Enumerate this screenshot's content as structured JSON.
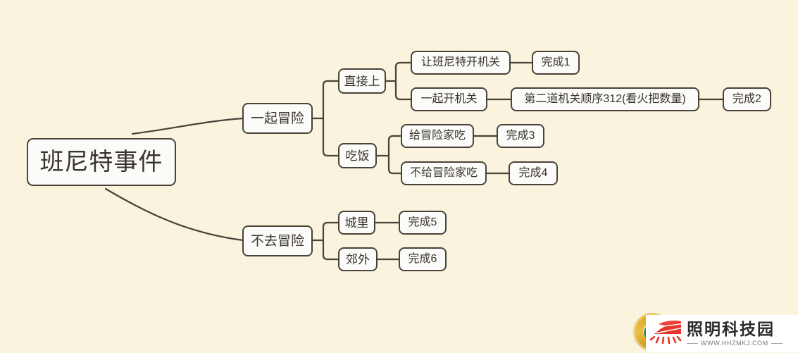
{
  "diagram": {
    "type": "mind-map",
    "background_color": "#faf3de",
    "node_fill_color": "#fbfbf9",
    "node_border_color": "#4a4238",
    "connector_color": "#4a4238",
    "root": {
      "label": "班尼特事件",
      "children": [
        {
          "label": "一起冒险",
          "children": [
            {
              "label": "直接上",
              "children": [
                {
                  "label": "让班尼特开机关",
                  "children": [
                    {
                      "label": "完成1",
                      "children": []
                    }
                  ]
                },
                {
                  "label": "一起开机关",
                  "children": [
                    {
                      "label": "第二道机关顺序312(看火把数量)",
                      "children": [
                        {
                          "label": "完成2",
                          "children": []
                        }
                      ]
                    }
                  ]
                }
              ]
            },
            {
              "label": "吃饭",
              "children": [
                {
                  "label": "给冒险家吃",
                  "children": [
                    {
                      "label": "完成3",
                      "children": []
                    }
                  ]
                },
                {
                  "label": "不给冒险家吃",
                  "children": [
                    {
                      "label": "完成4",
                      "children": []
                    }
                  ]
                }
              ]
            }
          ]
        },
        {
          "label": "不去冒险",
          "children": [
            {
              "label": "城里",
              "children": [
                {
                  "label": "完成5",
                  "children": []
                }
              ]
            },
            {
              "label": "郊外",
              "children": [
                {
                  "label": "完成6",
                  "children": []
                }
              ]
            }
          ]
        }
      ]
    },
    "nodes": {
      "root": "班尼特事件",
      "adventure_together": "一起冒险",
      "no_adventure": "不去冒险",
      "go_direct": "直接上",
      "eat_meal": "吃饭",
      "let_bennett_open": "让班尼特开机关",
      "open_together": "一起开机关",
      "second_mechanism": "第二道机关顺序312(看火把数量)",
      "feed_adventurer": "给冒险家吃",
      "not_feed_adventurer": "不给冒险家吃",
      "in_town": "城里",
      "suburbs": "郊外",
      "complete1": "完成1",
      "complete2": "完成2",
      "complete3": "完成3",
      "complete4": "完成4",
      "complete5": "完成5",
      "complete6": "完成6"
    }
  },
  "watermark": {
    "title": "照明科技园",
    "url": "WWW.HHZMKJ.COM",
    "logo_color": "#e8342a",
    "emblem_colors": [
      "#d9a520",
      "#2e8b57"
    ]
  }
}
